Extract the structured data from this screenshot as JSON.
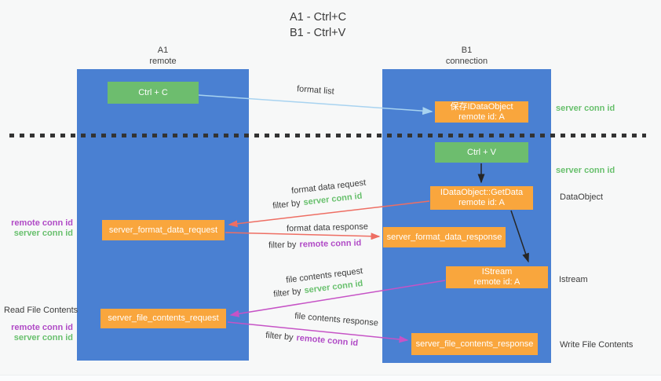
{
  "title": {
    "line1": "A1 - Ctrl+C",
    "line2": "B1 - Ctrl+V"
  },
  "lanes": {
    "left": {
      "title": "A1",
      "subtitle": "remote"
    },
    "right": {
      "title": "B1",
      "subtitle": "connection"
    }
  },
  "nodes": {
    "ctrl_c": {
      "label": "Ctrl + C"
    },
    "save_idataobject": {
      "line1": "保存IDataObject",
      "line2": "remote id: A"
    },
    "ctrl_v": {
      "label": "Ctrl + V"
    },
    "getdata": {
      "line1": "IDataObject::GetData",
      "line2": "remote id: A"
    },
    "istream": {
      "line1": "IStream",
      "line2": "remote id: A"
    },
    "server_format_data_request": {
      "label": "server_format_data_request"
    },
    "server_format_data_response": {
      "label": "server_format_data_response"
    },
    "server_file_contents_request": {
      "label": "server_file_contents_request"
    },
    "server_file_contents_response": {
      "label": "server_file_contents_response"
    }
  },
  "flow_labels": {
    "format_list": "format list",
    "format_data_request": "format data request",
    "format_data_response": "format data response",
    "file_contents_request": "file contents request",
    "file_contents_response": "file contents response",
    "filter_by": "filter by",
    "server_conn_id": "server conn id",
    "remote_conn_id": "remote conn id"
  },
  "side_labels": {
    "server_conn_id": "server conn id",
    "remote_conn_id": "remote conn id",
    "dataobject": "DataObject",
    "istream": "Istream",
    "read_file_contents": "Read File Contents",
    "write_file_contents": "Write File Contents"
  },
  "colors": {
    "background": "#f7f8f8",
    "lane_blue": "#4a80d2",
    "box_green": "#6dbd6e",
    "box_orange": "#f9a63d",
    "arrow_lightblue": "#a8d3f0",
    "arrow_salmon": "#ee6e63",
    "arrow_magenta": "#c653c6",
    "arrow_black": "#262626",
    "divider_black": "#333333",
    "text_green": "#68c06d",
    "text_purple": "#b04ac6",
    "text_dark": "#3c3c3c"
  }
}
